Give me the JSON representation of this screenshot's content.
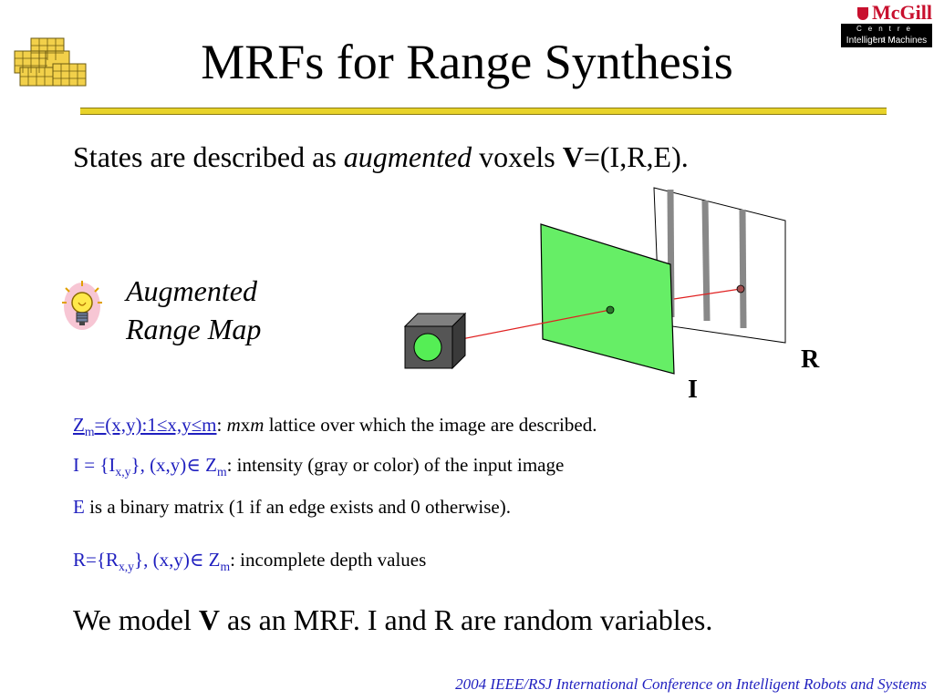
{
  "slide": {
    "title": "MRFs for Range Synthesis",
    "states_line": {
      "prefix": "States are described as ",
      "emph": "augmented",
      "mid": " voxels ",
      "bold": "V",
      "suffix": "=(I,R,E)."
    },
    "augmented_label": {
      "line1": "Augmented",
      "line2": "Range Map"
    },
    "diagram": {
      "label_i": "I",
      "label_r": "R"
    },
    "definitions": {
      "zm": {
        "sym": "Z",
        "sub": "m",
        "rest": "=(x,y):1≤x,y≤m",
        "sep": ": ",
        "it1": "m",
        "x": "x",
        "it2": "m",
        "desc": " lattice over which the image are described."
      },
      "i": {
        "a": "I = {I",
        "sub": "x,y",
        "b": "}, (x,y)∈ Z",
        "sub2": "m",
        "desc": ":  intensity (gray or color) of the input image"
      },
      "e": {
        "sym": "E",
        "desc": " is a binary matrix (1 if an edge exists and 0 otherwise)."
      },
      "r": {
        "a": "R={R",
        "sub": "x,y",
        "b": "}, (x,y)∈ Z",
        "sub2": "m",
        "desc": ":  incomplete depth values"
      }
    },
    "model_line": {
      "prefix": "We model ",
      "bold": "V",
      "suffix": " as an MRF.  I and R are random variables."
    },
    "footer": "2004 IEEE/RSJ International Conference on Intelligent Robots and Systems",
    "logo": {
      "name": "McGill",
      "centre": "Centre for",
      "unit": "Intelligent Machines"
    }
  },
  "colors": {
    "accent_blue": "#1f1fbf",
    "divider_gold": "#e8d32a",
    "plane_green": "#66ee66",
    "ray_red": "#e02020",
    "logo_red": "#c8102e"
  },
  "icons": [
    "logo-grid-icon",
    "lightbulb-icon",
    "camera-icon"
  ]
}
